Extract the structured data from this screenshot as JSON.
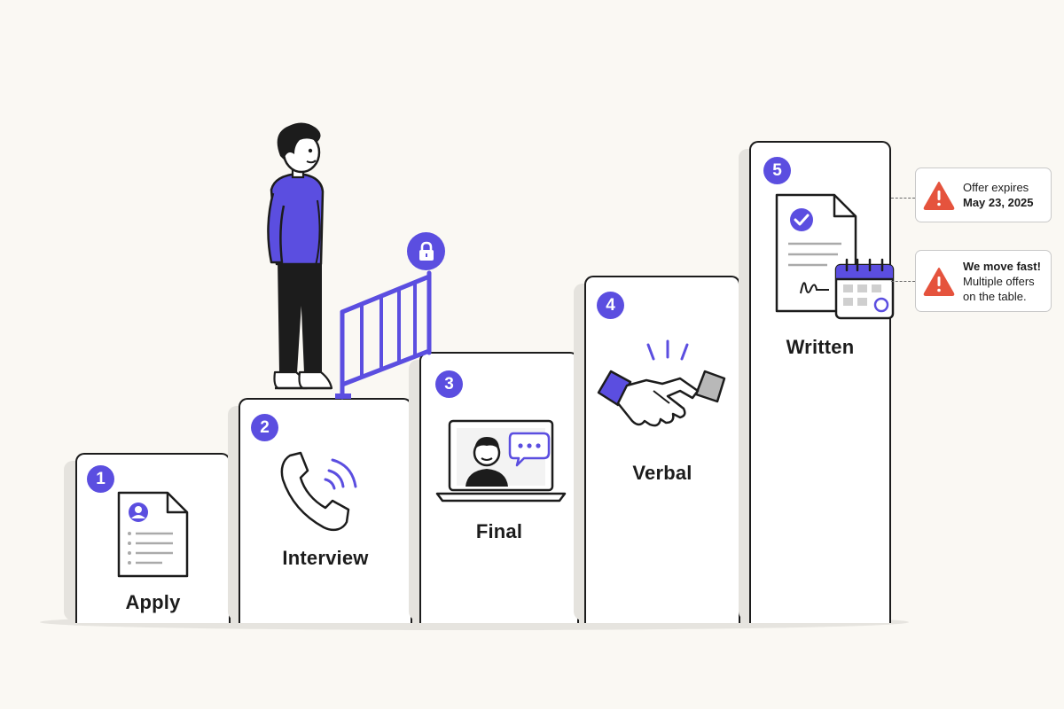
{
  "steps": [
    {
      "number": "1",
      "label": "Apply",
      "icon": "resume-document-icon"
    },
    {
      "number": "2",
      "label": "Interview",
      "icon": "phone-call-icon"
    },
    {
      "number": "3",
      "label": "Final",
      "icon": "video-call-laptop-icon"
    },
    {
      "number": "4",
      "label": "Verbal",
      "icon": "handshake-icon"
    },
    {
      "number": "5",
      "label": "Written",
      "icon": "signed-offer-calendar-icon"
    }
  ],
  "callouts": {
    "expiry": {
      "line1": "Offer expires",
      "line2": "May 23, 2025",
      "icon": "warning-icon"
    },
    "pressure": {
      "line1": "We move fast!",
      "line2": "Multiple offers",
      "line3": "on the table.",
      "icon": "warning-icon"
    }
  },
  "colors": {
    "accent": "#5b4ee0",
    "warning": "#e5533d",
    "outline": "#1c1c1c",
    "background": "#faf8f3"
  },
  "extras": {
    "gate": "locked-gate-icon",
    "person": "standing-person-illustration"
  }
}
